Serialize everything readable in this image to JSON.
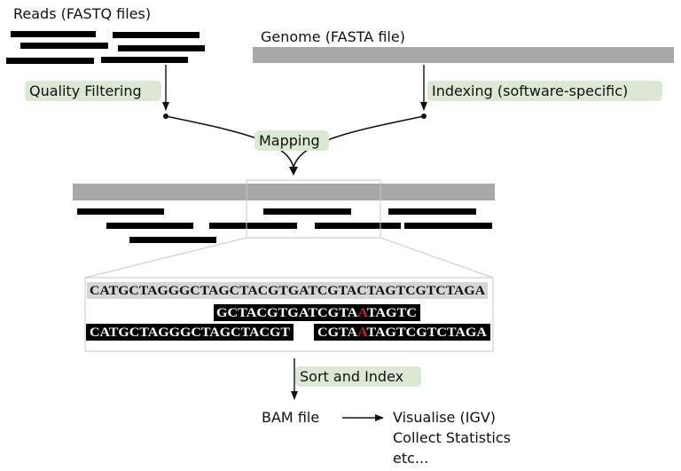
{
  "labels": {
    "reads": "Reads (FASTQ files)",
    "genome": "Genome (FASTA file)",
    "quality_filtering": "Quality Filtering",
    "indexing": "Indexing (software-specific)",
    "mapping": "Mapping",
    "sort_index": "Sort and Index",
    "bam_file": "BAM file",
    "visualise": "Visualise (IGV)",
    "collect_stats": "Collect Statistics",
    "etc": "etc..."
  },
  "alignment": {
    "reference": "CATGCTAGGGCTAGCTACGTGATCGTACTAGTCGTCTAGA",
    "read1": {
      "before": "GCTACGTGATCGTA",
      "mismatch": "A",
      "after": "TAGTC"
    },
    "read2": "CATGCTAGGGCTAGCTACGT",
    "read3": {
      "before": "CGTA",
      "mismatch": "A",
      "after": "TAGTCGTCTAGA"
    }
  },
  "colors": {
    "reference_bar": "#a8a8a8",
    "read_bar": "#000000",
    "step_highlight": "#dbe9d4",
    "mismatch": "#c0272d",
    "reference_seq_bg": "#d6d6d6"
  }
}
